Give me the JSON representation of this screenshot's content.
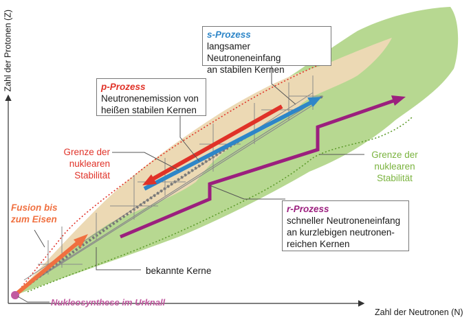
{
  "axes": {
    "x_label": "Zahl der Neutronen (N)",
    "y_label": "Zahl der Protonen (Z)"
  },
  "processes": {
    "s": {
      "title": "s-Prozess",
      "line1": "langsamer Neutroneneinfang",
      "line2": "an stabilen Kernen",
      "color": "#2e86c8"
    },
    "p": {
      "title": "p-Prozess",
      "line1": "Neutronenemission von",
      "line2": "heißen stabilen Kernen",
      "color": "#e03228"
    },
    "r": {
      "title": "r-Prozess",
      "line1": "schneller Neutroneneinfang",
      "line2": "an kurzlebigen neutronen-",
      "line3": "reichen Kernen",
      "color": "#9b1f7e"
    }
  },
  "labels": {
    "grenze_red": {
      "line1": "Grenze der",
      "line2": "nuklearen",
      "line3": "Stabilität",
      "color": "#e03228"
    },
    "grenze_green": {
      "line1": "Grenze der",
      "line2": "nuklearen",
      "line3": "Stabilität",
      "color": "#7ab33e"
    },
    "fusion": {
      "line1": "Fusion bis",
      "line2": "zum Eisen",
      "color": "#f07040"
    },
    "known": "bekannte Kerne",
    "urknall": {
      "text": "Nukleosynthese im Urknall",
      "color": "#c15aa0"
    }
  },
  "colors": {
    "green_region": "#b7d891",
    "tan_region": "#ecd9b4",
    "stable_nuclei": "#8a8a8a"
  }
}
